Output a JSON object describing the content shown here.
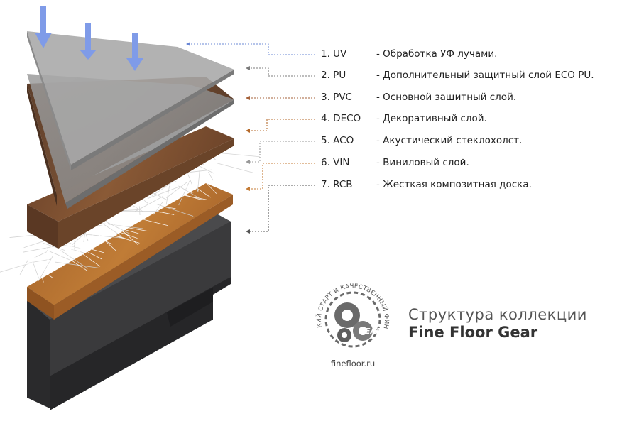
{
  "layers": [
    {
      "code": "1. UV",
      "desc": "- Обработка УФ лучами."
    },
    {
      "code": "2. PU",
      "desc": "- Дополнительный защитный слой ECO PU."
    },
    {
      "code": "3. PVC",
      "desc": "- Основной защитный слой."
    },
    {
      "code": "4. DECO",
      "desc": "- Декоративный слой."
    },
    {
      "code": "5. ACO",
      "desc": "- Акустический стеклохолст."
    },
    {
      "code": "6. VIN",
      "desc": "- Виниловый слой."
    },
    {
      "code": "7. RCB",
      "desc": "- Жесткая композитная доска."
    }
  ],
  "logo": {
    "ring_text": "ЛЕГКИЙ СТАРТ И КАЧЕСТВЕННЫЙ ФИНИШ",
    "badge": "GEAR",
    "site": "finefloor.ru"
  },
  "title": {
    "line1": "Структура коллекции",
    "line2": "Fine Floor Gear"
  },
  "colors": {
    "arrow_blue": "#7f9be8",
    "wood_dark": "#6e4a32",
    "wood_orange": "#b8732e",
    "core": "#3b3b3d"
  }
}
